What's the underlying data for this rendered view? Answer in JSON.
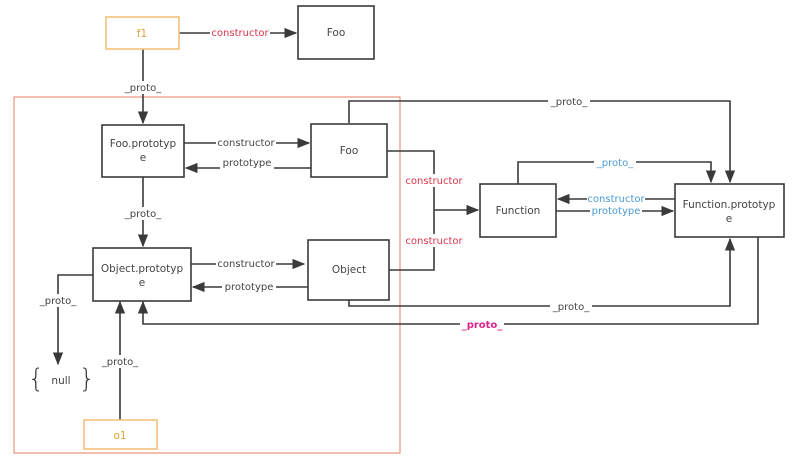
{
  "diagram": {
    "title": "JavaScript prototype chain",
    "colors": {
      "line": "#3a3a3a",
      "instance_border": "#f2c27a",
      "instance_text": "#e0a040",
      "frame": "#e8937a",
      "label_gray": "#444444",
      "label_red": "#d9344a",
      "label_blue": "#4a9ad4",
      "label_pink": "#e0208a"
    },
    "nodes": {
      "f1": {
        "label": "f1"
      },
      "foo_top": {
        "label": "Foo"
      },
      "foo_prototype": {
        "line1": "Foo.prototyp",
        "line2": "e"
      },
      "foo": {
        "label": "Foo"
      },
      "object_prototype": {
        "line1": "Object.prototyp",
        "line2": "e"
      },
      "object": {
        "label": "Object"
      },
      "function": {
        "label": "Function"
      },
      "function_prototype": {
        "line1": "Function.prototyp",
        "line2": "e"
      },
      "null": {
        "label": "null",
        "brace_left": "{",
        "brace_right": "}"
      },
      "o1": {
        "label": "o1"
      }
    },
    "edges": {
      "f1_constructor": "constructor",
      "f1_proto": "_proto_",
      "fooproto_constructor": "constructor",
      "foo_prototype": "prototype",
      "fooproto_proto": "_proto_",
      "objproto_constructor": "constructor",
      "object_prototype": "prototype",
      "objproto_proto": "_proto_",
      "o1_proto": "_proto_",
      "foo_constructor": "constructor",
      "object_constructor": "constructor",
      "foo_proto_top": "_proto_",
      "function_proto": "_proto_",
      "function_constructor": "constructor",
      "function_prototype": "prototype",
      "object_proto": "_proto_",
      "funcproto_proto": "_proto_"
    }
  }
}
